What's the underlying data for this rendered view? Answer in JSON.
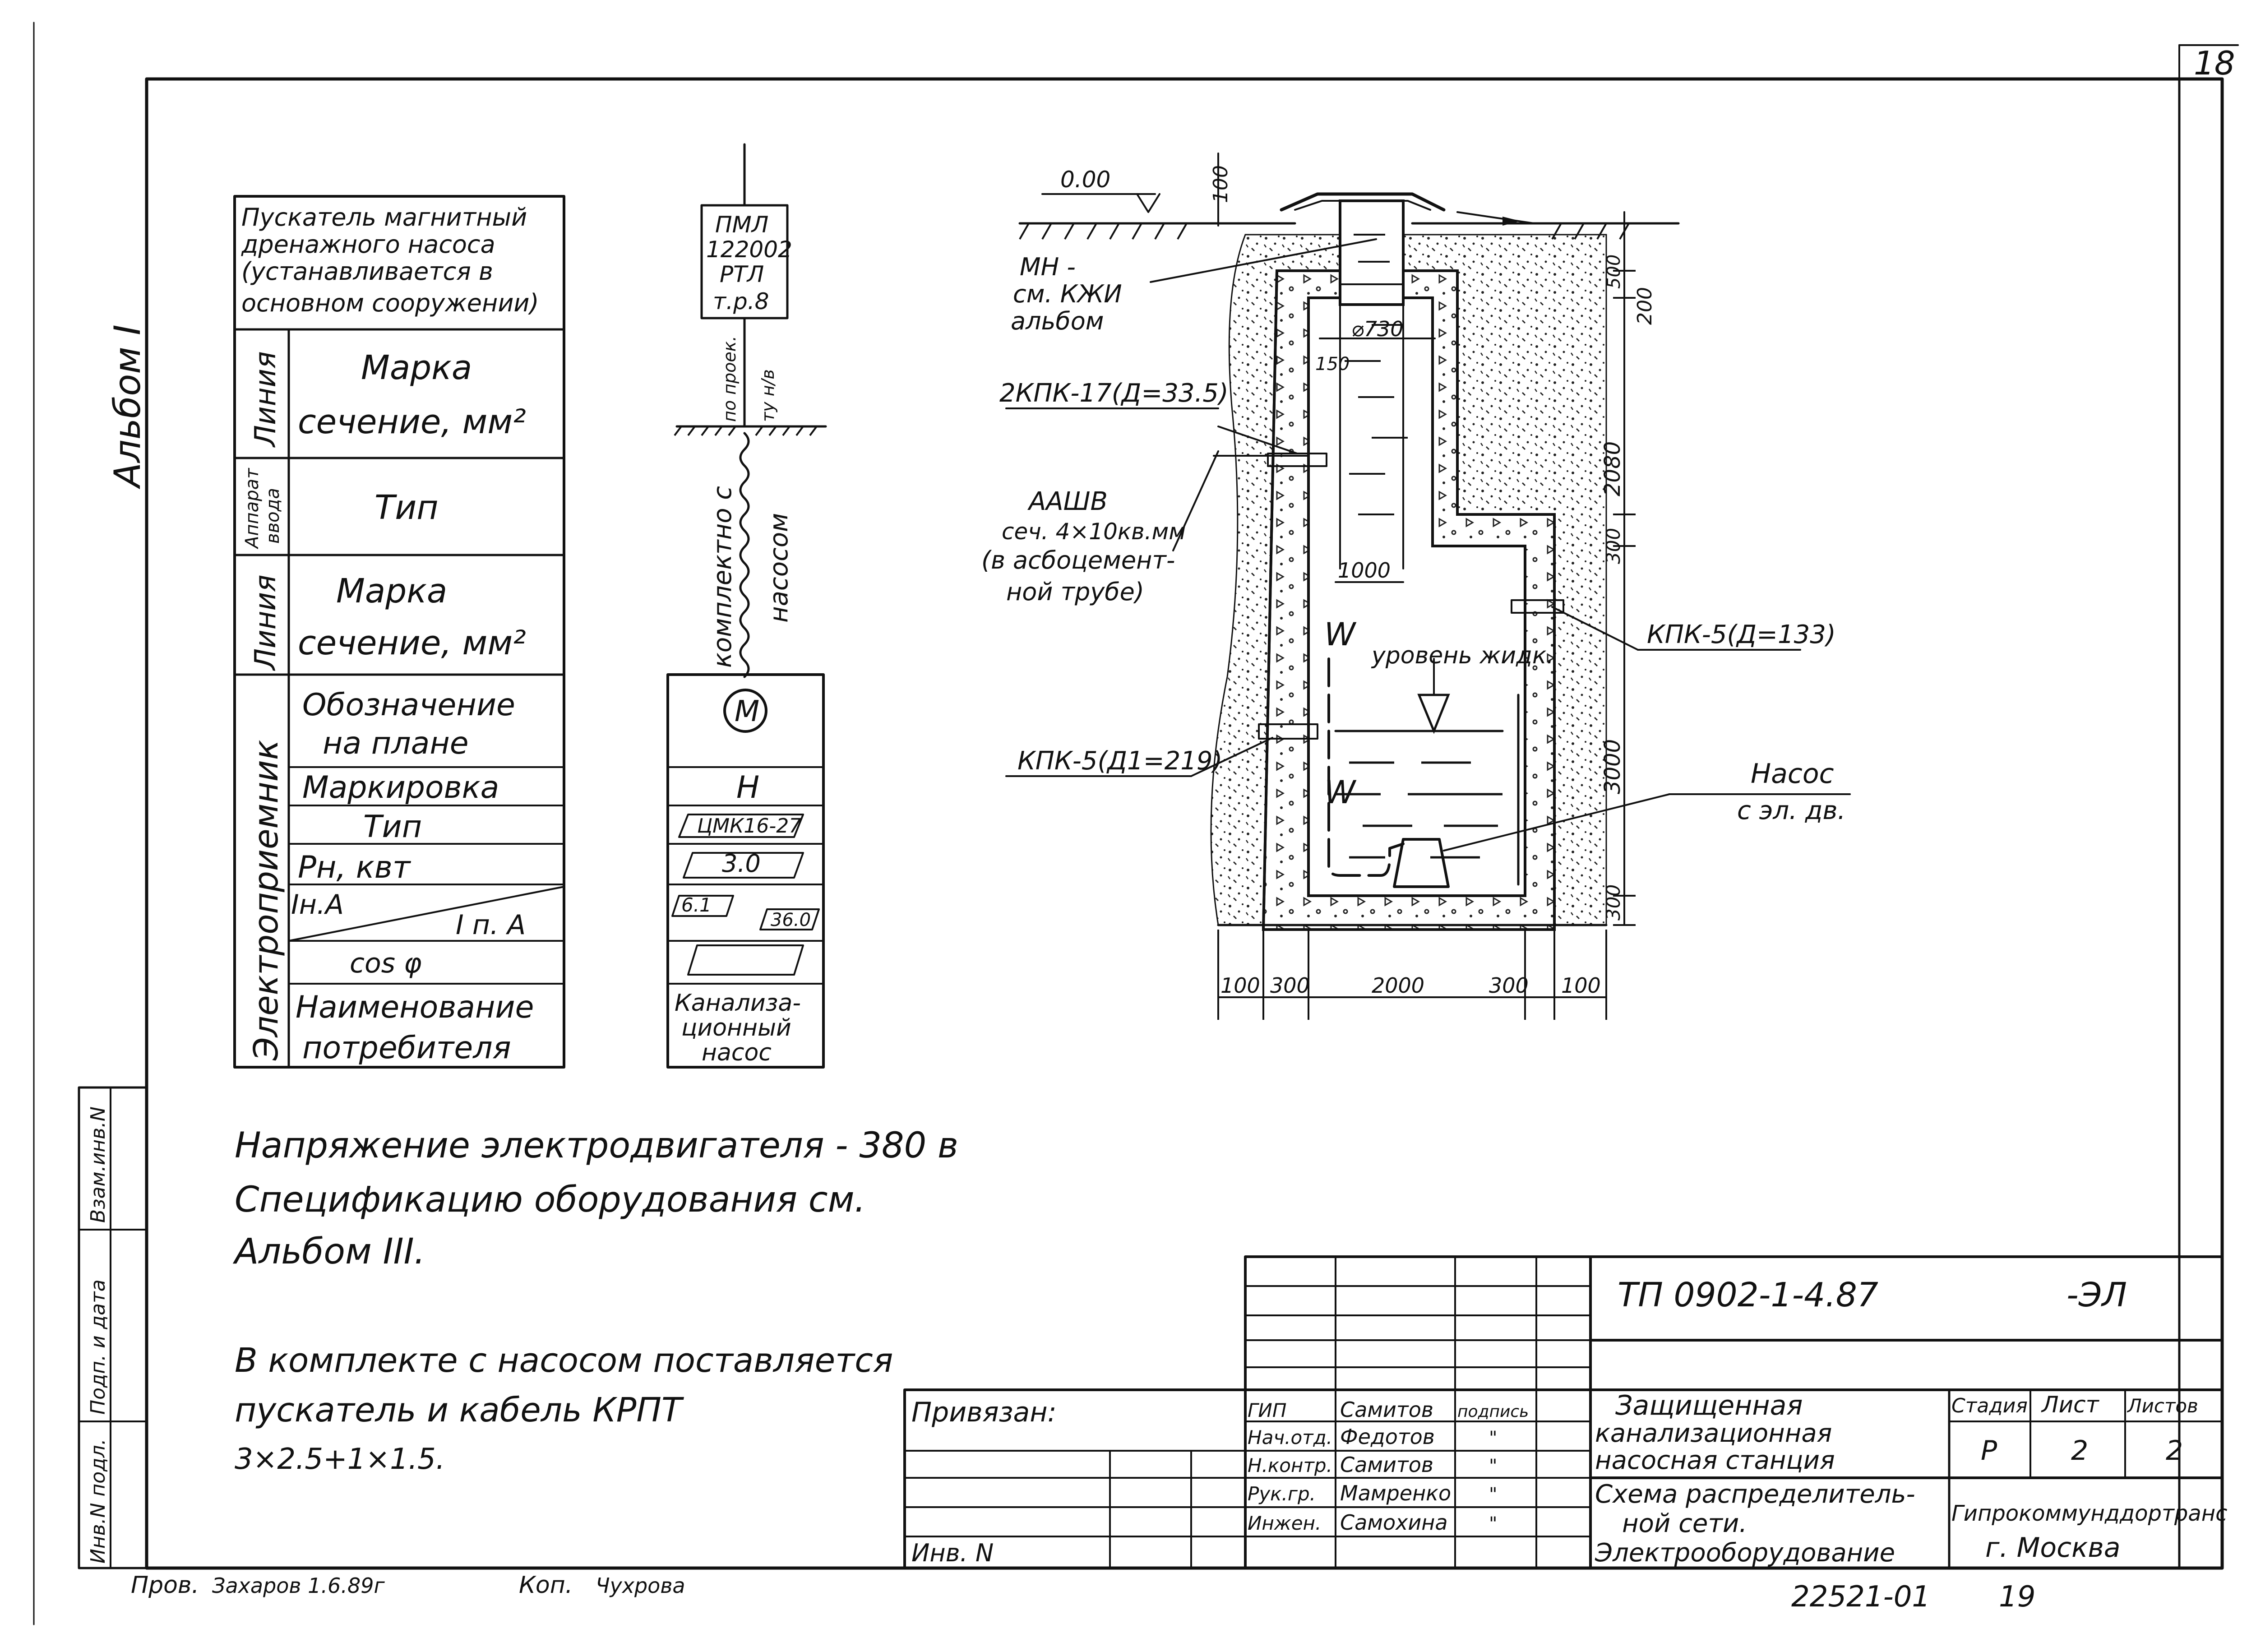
{
  "sheet": {
    "sheet_number": "18",
    "album": "Альбом I",
    "bottom_number": "22521-01",
    "bottom_page": "19",
    "check_line": {
      "prov": "Пров.",
      "prov_name": "Захаров 1.6.89г",
      "kop": "Коп.",
      "kop_name": "Чухрова"
    }
  },
  "side_stamp": {
    "items": [
      "Взам.инв.N",
      "Подп. и дата",
      "Инв.N подл."
    ]
  },
  "schedule": {
    "header": [
      "Пускатель магнитный",
      "дренажного насоса",
      "(устанавливается в",
      "основном сооружении)"
    ],
    "line1": {
      "group": "Линия",
      "line1": "Марка",
      "line2": "сечение, мм²"
    },
    "apparatus": {
      "group1": "Аппарат",
      "group2": "ввода",
      "label": "Тип"
    },
    "line2": {
      "group": "Линия",
      "line1": "Марка",
      "line2": "сечение, мм²"
    },
    "receiver_group": "Электроприемник",
    "receiver": {
      "designation1": "Обозначение",
      "designation2": "на плане",
      "marking": "Маркировка",
      "type": "Тип",
      "power": "Рн, квт",
      "in_a": "Iн.А",
      "ip_a": "I п. А",
      "cos": "cos φ",
      "name1": "Наименование",
      "name2": "потребителя"
    }
  },
  "circuit": {
    "starter": [
      "ПМЛ",
      "122002",
      "РТЛ",
      "т.р.8"
    ],
    "project_note": "по проек.",
    "tu_note": "ту н/в",
    "cable_note1": "комплектно с",
    "cable_note2": "насосом",
    "motor": "М",
    "marking": "Н",
    "type": "ЦМК16-27",
    "power": "3.0",
    "in_a": "6.1",
    "ip_a": "36.0",
    "name": [
      "Канализа-",
      "ционный",
      "насос"
    ]
  },
  "notes": {
    "voltage": "Напряжение электродвигателя - 380 в",
    "spec1": "Спецификацию оборудования см.",
    "spec2": "Альбом III.",
    "kit1": "В комплекте с насосом поставляется",
    "kit2": "пускатель и кабель КРПТ",
    "kit3": "3×2.5+1×1.5."
  },
  "section": {
    "level": "0.00",
    "mh": [
      "МН -",
      "см. КЖИ",
      "альбом"
    ],
    "dia": "⌀730",
    "kpk17": "2КПК-17(Д=33.5)",
    "cable": [
      "ААШВ",
      "сеч. 4×10кв.мм",
      "(в асбоцемент-",
      "ной трубе)"
    ],
    "kpk5_right": "КПК-5(Д=133)",
    "kpk5_left": "КПК-5(Д1=219)",
    "liquid": "уровень жидк.",
    "pump": [
      "Насос",
      "с эл. дв."
    ],
    "dim_100_top": "100",
    "dim_500": "500",
    "dim_200": "200",
    "dim_150": "150",
    "dim_2080": "2080",
    "dim_300a": "300",
    "dim_1000": "1000",
    "dim_3000": "3000",
    "dim_300b": "300",
    "bottom_dims": [
      "100",
      "300",
      "2000",
      "300",
      "100"
    ]
  },
  "title_block": {
    "code": "ТП  0902-1-4.87",
    "suffix": "-ЭЛ",
    "privyazan": "Привязан:",
    "inv": "Инв. N",
    "signers": [
      {
        "role": "ГИП",
        "name": "Самитов",
        "sign": "подпись"
      },
      {
        "role": "Нач.отд.",
        "name": "Федотов",
        "sign": "\""
      },
      {
        "role": "Н.контр.",
        "name": "Самитов",
        "sign": "\""
      },
      {
        "role": "Рук.гр.",
        "name": "Мамренко",
        "sign": "\""
      },
      {
        "role": "Инжен.",
        "name": "Самохина",
        "sign": "\""
      }
    ],
    "object": [
      "Защищенная",
      "канализационная",
      "насосная станция"
    ],
    "sheet_title": [
      "Схема распределитель-",
      "ной сети.",
      "Электрооборудование"
    ],
    "stage_header": "Стадия",
    "sheet_header": "Лист",
    "sheets_header": "Листов",
    "stage": "Р",
    "sheet": "2",
    "sheets": "2",
    "org1": "Гипрокоммунддортранс",
    "org2": "г. Москва"
  }
}
